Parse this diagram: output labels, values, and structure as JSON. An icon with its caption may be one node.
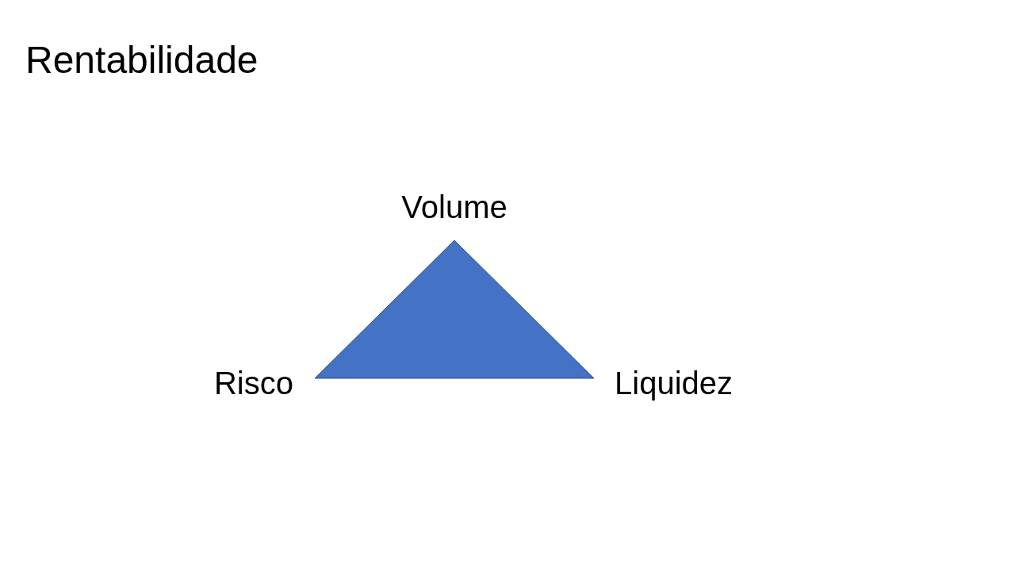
{
  "diagram": {
    "title": "Rentabilidade",
    "nodes": [
      {
        "text": [],
        "shape": "triangle",
        "beside": [
          "Volume",
          "Risco",
          "Liquidez"
        ]
      }
    ]
  }
}
